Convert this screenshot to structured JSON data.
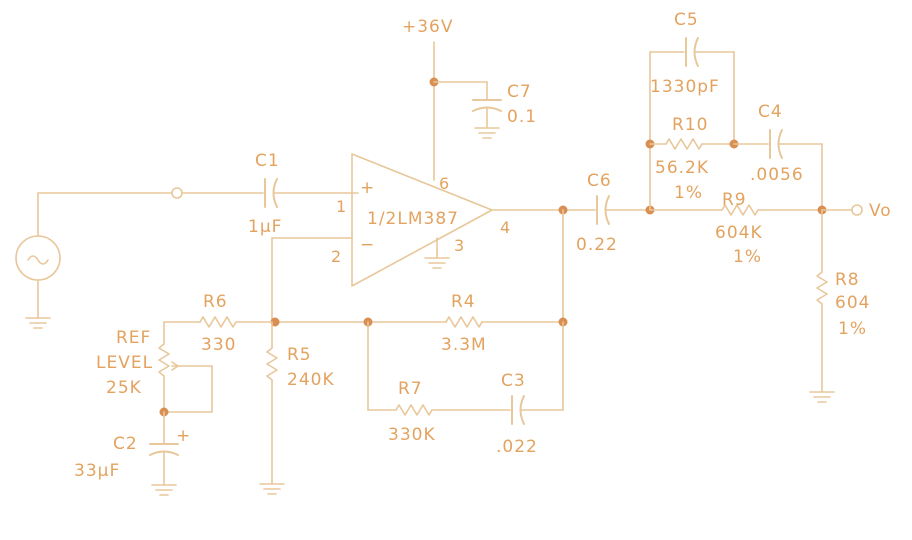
{
  "supply": "+36V",
  "output_label": "Vo",
  "opamp": {
    "name": "1/2LM387",
    "plus": "+",
    "minus": "−",
    "pin1": "1",
    "pin2": "2",
    "pin3": "3",
    "pin4": "4",
    "pin6": "6"
  },
  "c1": {
    "name": "C1",
    "value": "1μF"
  },
  "c2": {
    "name": "C2",
    "value": "33μF",
    "polarity": "+"
  },
  "c3": {
    "name": "C3",
    "value": ".022"
  },
  "c4": {
    "name": "C4",
    "value": ".0056"
  },
  "c5": {
    "name": "C5",
    "value": "1330pF"
  },
  "c6": {
    "name": "C6",
    "value": "0.22"
  },
  "c7": {
    "name": "C7",
    "value": "0.1"
  },
  "r4": {
    "name": "R4",
    "value": "3.3M"
  },
  "r5": {
    "name": "R5",
    "value": "240K"
  },
  "r6": {
    "name": "R6",
    "value": "330"
  },
  "r7": {
    "name": "R7",
    "value": "330K"
  },
  "r8": {
    "name": "R8",
    "value": "604",
    "tol": "1%"
  },
  "r9": {
    "name": "R9",
    "value": "604K",
    "tol": "1%"
  },
  "r10": {
    "name": "R10",
    "value": "56.2K",
    "tol": "1%"
  },
  "ref": {
    "line1": "REF",
    "line2": "LEVEL",
    "value": "25K"
  },
  "colors": {
    "wire": "#e8c79a",
    "label": "#e3a35f",
    "junction": "#d98f52"
  }
}
